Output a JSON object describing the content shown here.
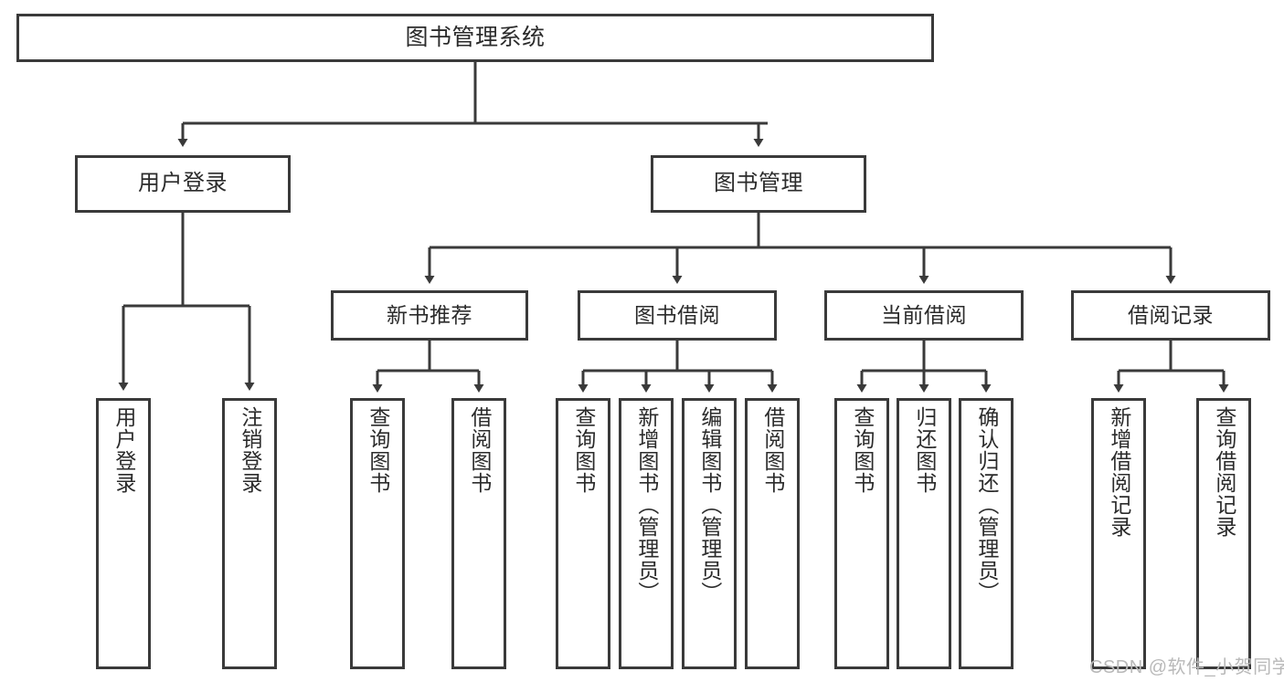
{
  "diagram": {
    "title": "图书管理系统",
    "watermark": "CSDN @软件_小贺同学",
    "line_color": "#3a3a3a",
    "box_fill": "#ffffff",
    "text_color": "#2b2b2b",
    "watermark_color": "#b9b9b9",
    "nodes": {
      "root": {
        "label": "图书管理系统"
      },
      "level2": [
        {
          "label": "用户登录"
        },
        {
          "label": "图书管理"
        }
      ],
      "level3": [
        {
          "label": "新书推荐"
        },
        {
          "label": "图书借阅"
        },
        {
          "label": "当前借阅"
        },
        {
          "label": "借阅记录"
        }
      ],
      "leaves_user_login": [
        {
          "label": "用户登录"
        },
        {
          "label": "注销登录"
        }
      ],
      "leaves_new_book": [
        {
          "label": "查询图书"
        },
        {
          "label": "借阅图书"
        }
      ],
      "leaves_borrow": [
        {
          "label": "查询图书"
        },
        {
          "label": "新增图书（管理员）"
        },
        {
          "label": "编辑图书（管理员）"
        },
        {
          "label": "借阅图书"
        }
      ],
      "leaves_current": [
        {
          "label": "查询图书"
        },
        {
          "label": "归还图书"
        },
        {
          "label": "确认归还（管理员）"
        }
      ],
      "leaves_records": [
        {
          "label": "新增借阅记录"
        },
        {
          "label": "查询借阅记录"
        }
      ]
    }
  }
}
